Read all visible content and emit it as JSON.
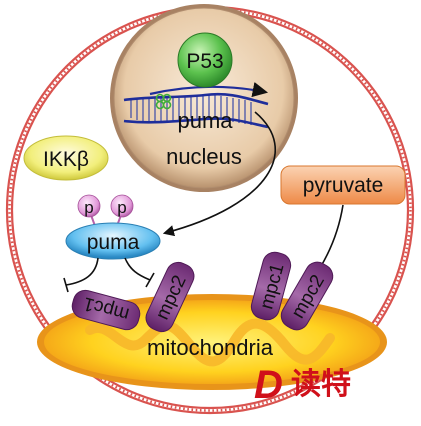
{
  "diagram": {
    "nodes": {
      "p53": "P53",
      "puma_gene": "puma",
      "nucleus": "nucleus",
      "ikkb": "IKKβ",
      "phospho_left": "p",
      "phospho_right": "p",
      "puma_protein": "puma",
      "pyruvate": "pyruvate",
      "mpc1_left": "mpc1",
      "mpc2_left": "mpc2",
      "mpc1_right": "mpc1",
      "mpc2_right": "mpc2",
      "mitochondria": "mitochondria"
    },
    "watermark": {
      "glyph": "D",
      "text": "读特"
    }
  },
  "colors": {
    "cell_membrane": "#d9534f",
    "nucleus_fill": "#e8cba8",
    "p53_green": "#3fae3a",
    "ikkb_yellow": "#f2f08a",
    "pyruvate_orange": "#f29a5c",
    "puma_blue": "#5ab9ea",
    "phospho_pink": "#e7a3e0",
    "mpc_purple": "#8a3f8f",
    "mito_orange": "#f5a623",
    "mito_yellow": "#ffe14a",
    "dna_blue": "#1f2e9b",
    "watermark_red": "#d0101a"
  }
}
